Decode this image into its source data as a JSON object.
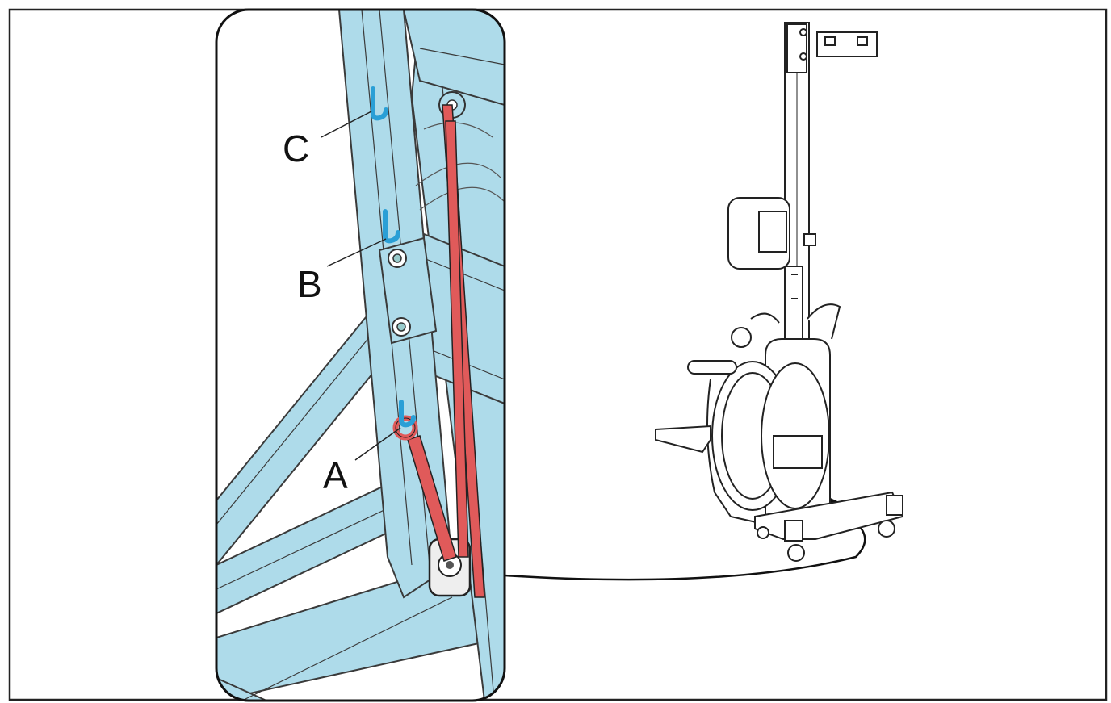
{
  "diagram": {
    "callouts": [
      {
        "id": "C",
        "label": "C"
      },
      {
        "id": "B",
        "label": "B"
      },
      {
        "id": "A",
        "label": "A"
      }
    ],
    "colors": {
      "frame": "#aedbea",
      "frame_stroke": "#3a3a3a",
      "strap": "#e05a5a",
      "hook": "#2a9fd6",
      "outline": "#222222"
    }
  }
}
